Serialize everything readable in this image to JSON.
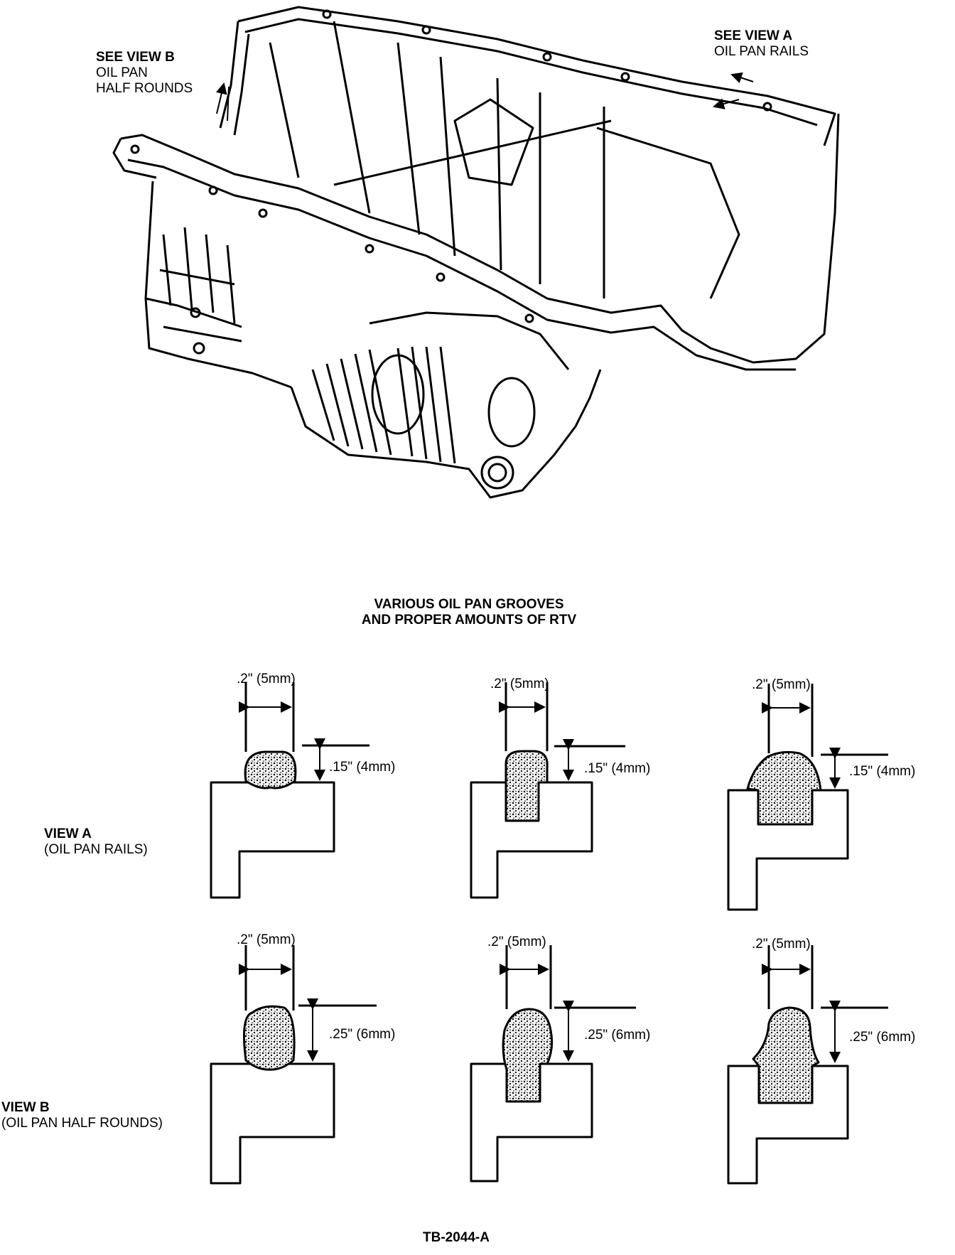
{
  "callouts": {
    "view_b": {
      "line1": "SEE VIEW B",
      "line2": "OIL PAN",
      "line3": "HALF ROUNDS"
    },
    "view_a": {
      "line1": "SEE VIEW A",
      "line2": "OIL PAN RAILS"
    }
  },
  "heading": {
    "line1": "VARIOUS OIL PAN GROOVES",
    "line2": "AND PROPER AMOUNTS OF RTV"
  },
  "rows": {
    "a": {
      "title": "VIEW A",
      "subtitle": "(OIL PAN RAILS)"
    },
    "b": {
      "title": "VIEW B",
      "subtitle": "(OIL PAN HALF ROUNDS)"
    }
  },
  "dims": {
    "width": ".2\" (5mm)",
    "height_a": ".15\" (4mm)",
    "height_b": ".25\" (6mm)"
  },
  "figure_id": "TB-2044-A"
}
